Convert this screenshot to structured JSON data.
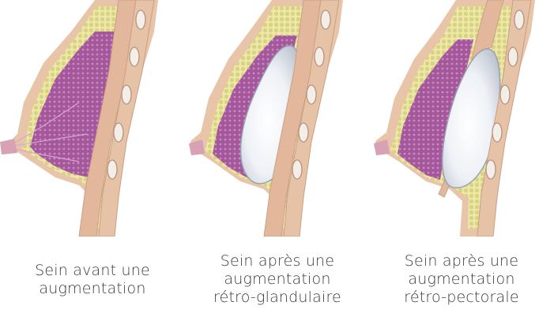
{
  "panels": [
    {
      "caption": [
        "Sein avant une",
        "augmentation"
      ],
      "implant": "none"
    },
    {
      "caption": [
        "Sein après une",
        "augmentation",
        "rétro-glandulaire"
      ],
      "implant": "retro-glandular"
    },
    {
      "caption": [
        "Sein après une",
        "augmentation",
        "rétro-pectorale"
      ],
      "implant": "retro-pectoral"
    }
  ],
  "colors": {
    "skin": "#e6c2a6",
    "fat": "#ebe6a8",
    "gland": "#9a4e93",
    "muscle": "#d9a88c",
    "rib": "#f3ece6",
    "implant": "#e4e8ef"
  }
}
